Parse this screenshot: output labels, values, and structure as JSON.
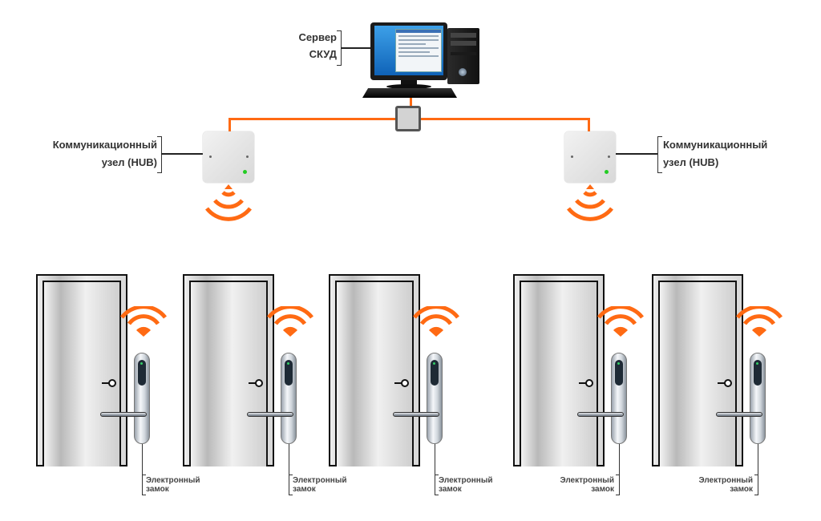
{
  "server": {
    "label_line1": "Сервер",
    "label_line2": "СКУД",
    "icon": "desktop-computer-icon"
  },
  "network": {
    "wire_color": "#ff6a13",
    "junction_icon": "network-switch-icon"
  },
  "hubs": [
    {
      "label_line1": "Коммуникационный",
      "label_line2": "узел (HUB)",
      "icon": "wireless-hub-icon",
      "led_color": "#22cc22"
    },
    {
      "label_line1": "Коммуникационный",
      "label_line2": "узел (HUB)",
      "icon": "wireless-hub-icon",
      "led_color": "#22cc22"
    }
  ],
  "doors": [
    {
      "lock_label_line1": "Электронный",
      "lock_label_line2": "замок"
    },
    {
      "lock_label_line1": "Электронный",
      "lock_label_line2": "замок"
    },
    {
      "lock_label_line1": "Электронный",
      "lock_label_line2": "замок"
    },
    {
      "lock_label_line1": "Электронный",
      "lock_label_line2": "замок"
    },
    {
      "lock_label_line1": "Электронный",
      "lock_label_line2": "замок"
    }
  ],
  "colors": {
    "accent": "#ff6a13",
    "text": "#333333"
  }
}
